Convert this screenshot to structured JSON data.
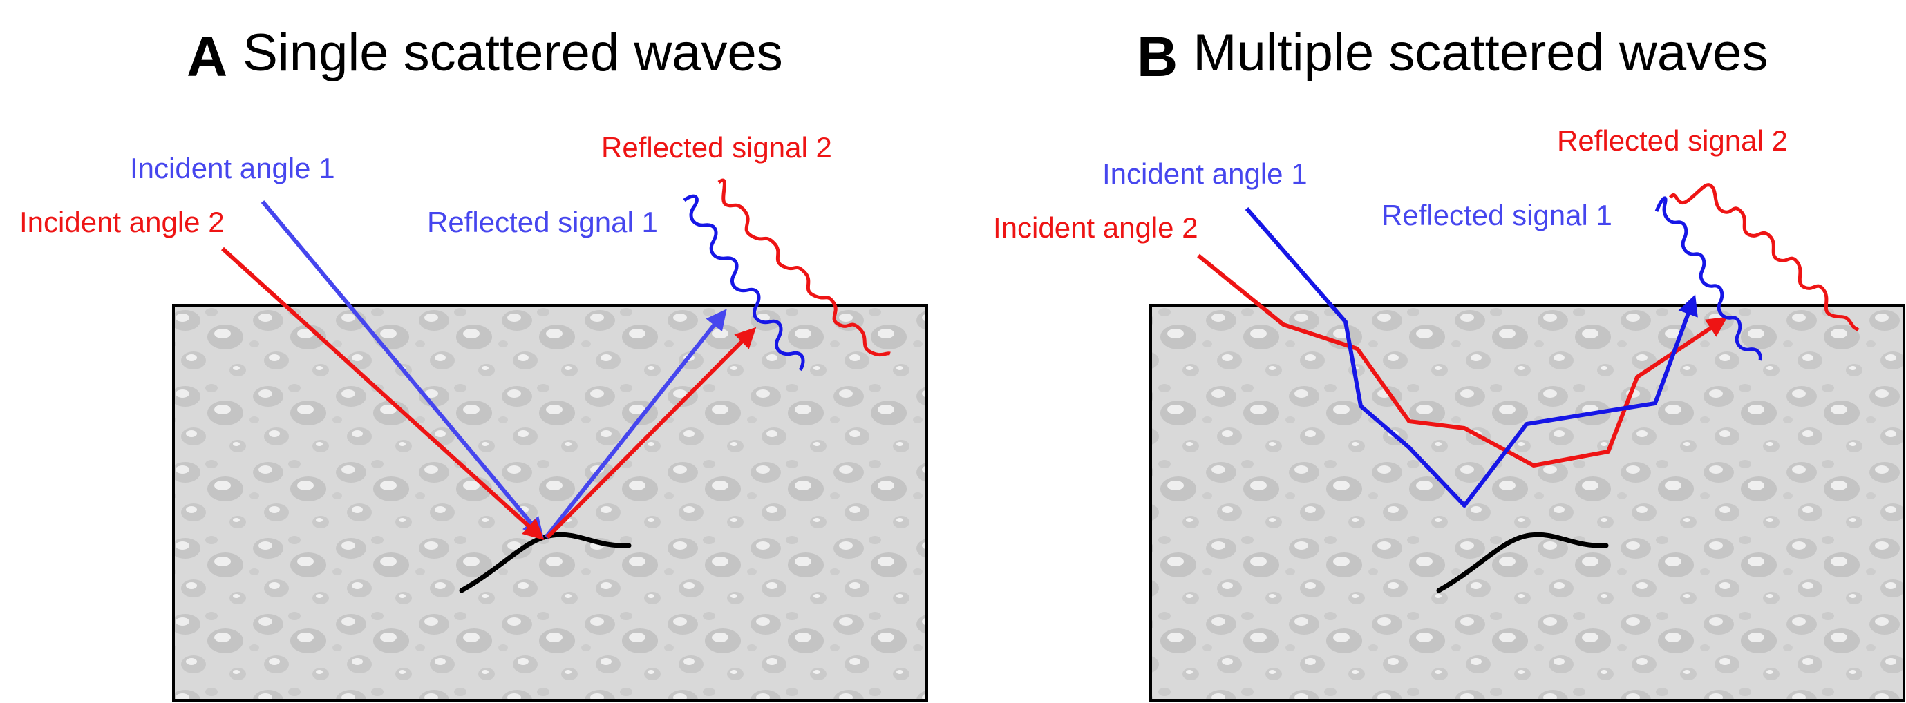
{
  "colors": {
    "blue": "#4646ee",
    "blue_dark": "#1616e6",
    "red": "#ee1414",
    "black": "#000000",
    "medium": "#d4d4d4"
  },
  "panels": [
    {
      "letter": "A",
      "title": "Single scattered waves",
      "labels": {
        "incident_1": "Incident angle 1",
        "incident_2": "Incident angle 2",
        "reflected_1": "Reflected signal 1",
        "reflected_2": "Reflected signal 2"
      }
    },
    {
      "letter": "B",
      "title": "Multiple scattered waves",
      "labels": {
        "incident_1": "Incident angle 1",
        "incident_2": "Incident angle 2",
        "reflected_1": "Reflected signal 1",
        "reflected_2": "Reflected signal 2"
      }
    }
  ]
}
